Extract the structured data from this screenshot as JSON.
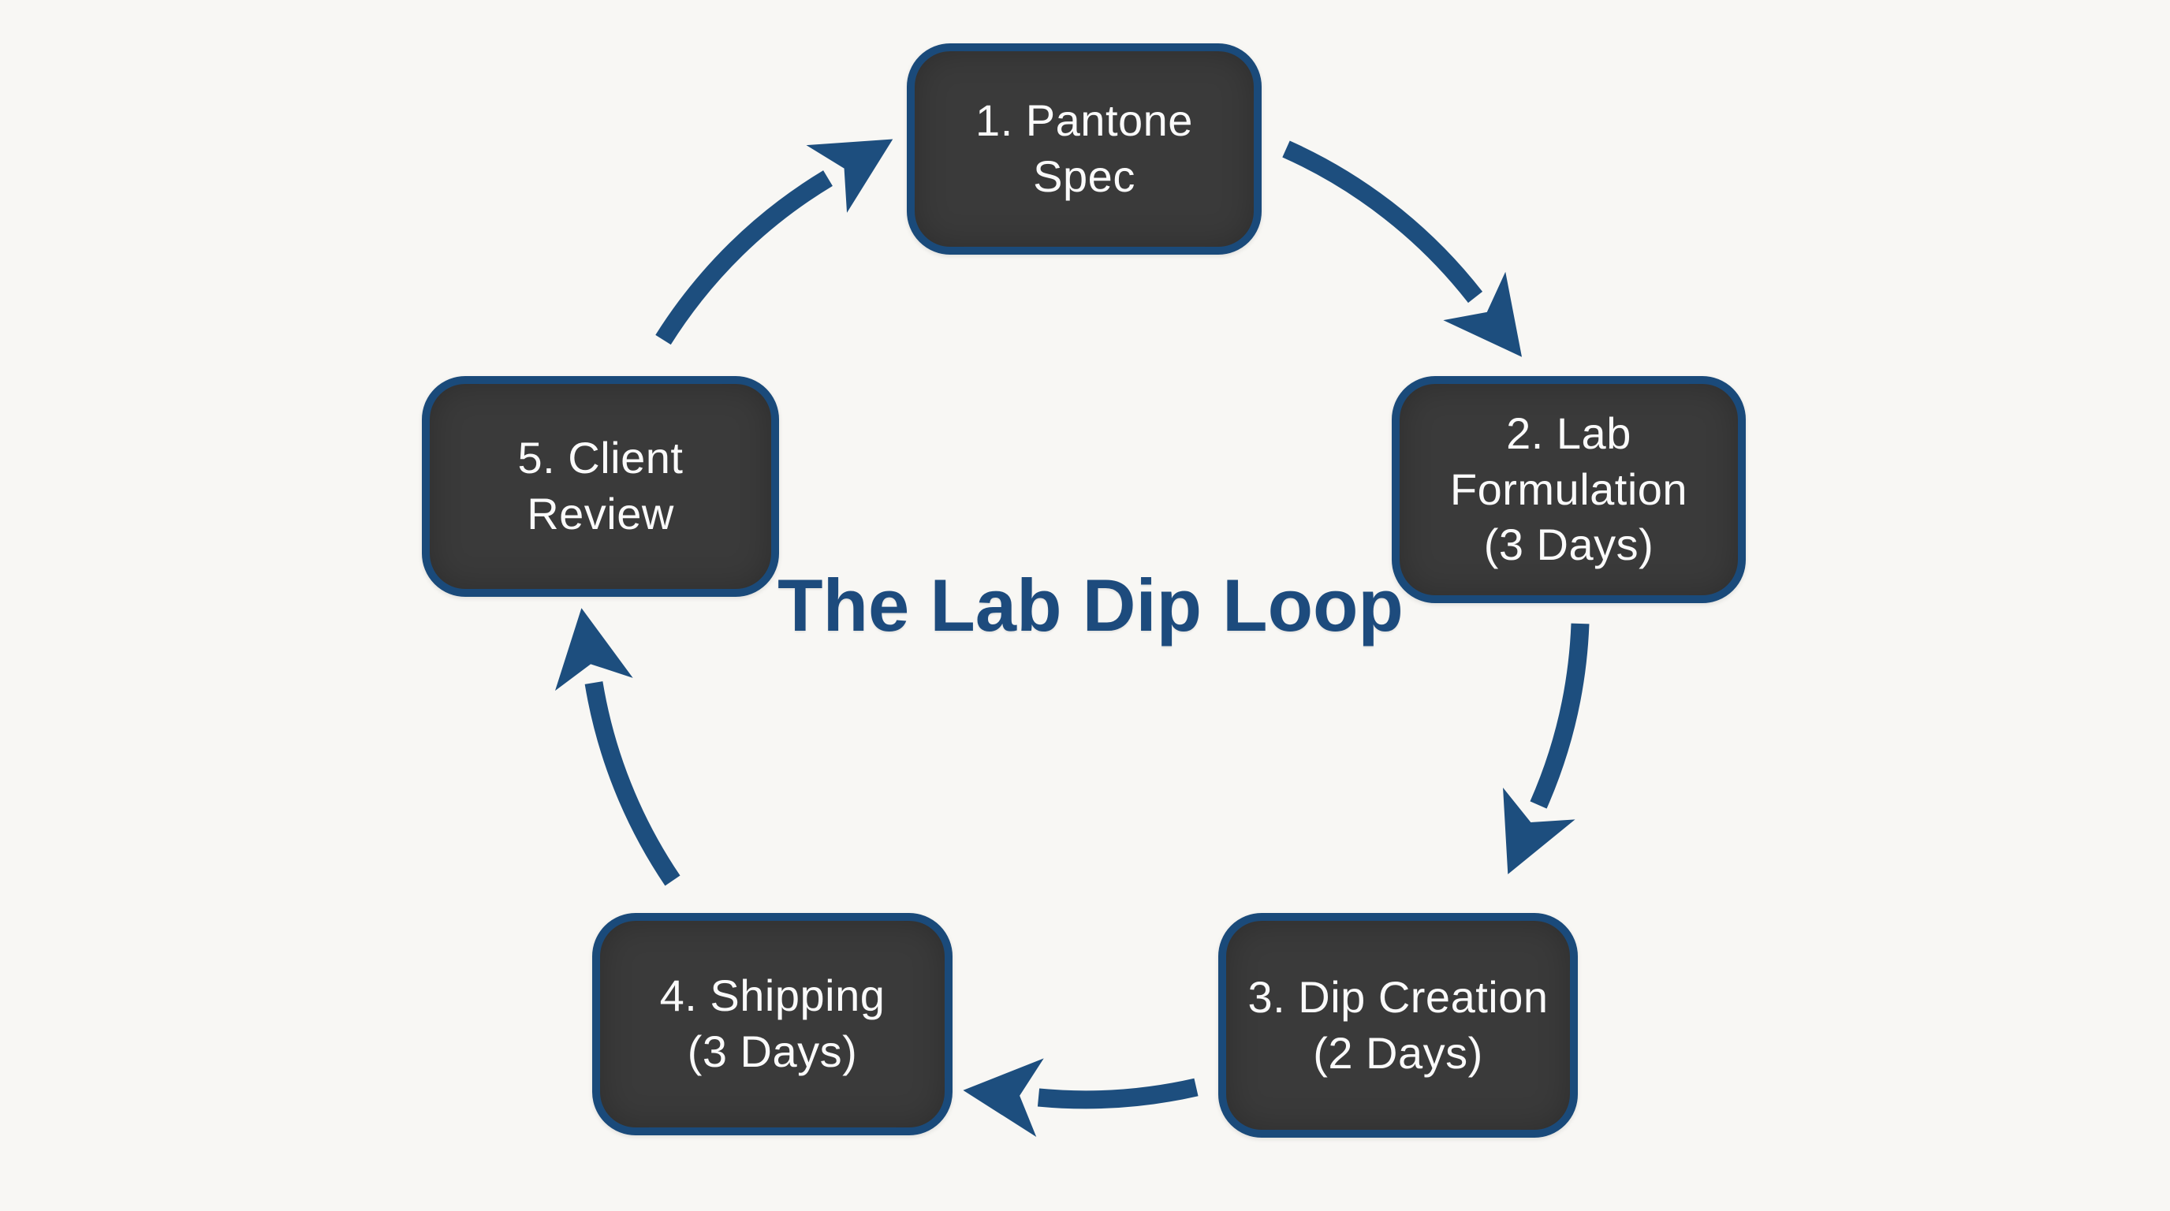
{
  "title": "The Lab Dip Loop",
  "colors": {
    "background": "#f8f7f4",
    "node_fill": "#3a3a3a",
    "node_border": "#1a4a7a",
    "node_text": "#fafafa",
    "arrow": "#1d4e7e",
    "title": "#1d4b7d"
  },
  "nodes": [
    {
      "id": "pantone-spec",
      "label": "1. Pantone\nSpec"
    },
    {
      "id": "lab-formulation",
      "label": "2. Lab\nFormulation\n(3 Days)"
    },
    {
      "id": "dip-creation",
      "label": "3. Dip Creation\n(2 Days)"
    },
    {
      "id": "shipping",
      "label": "4. Shipping\n(3 Days)"
    },
    {
      "id": "client-review",
      "label": "5. Client\nReview"
    }
  ],
  "edges": [
    {
      "from": "pantone-spec",
      "to": "lab-formulation"
    },
    {
      "from": "lab-formulation",
      "to": "dip-creation"
    },
    {
      "from": "dip-creation",
      "to": "shipping"
    },
    {
      "from": "shipping",
      "to": "client-review"
    },
    {
      "from": "client-review",
      "to": "pantone-spec"
    }
  ]
}
